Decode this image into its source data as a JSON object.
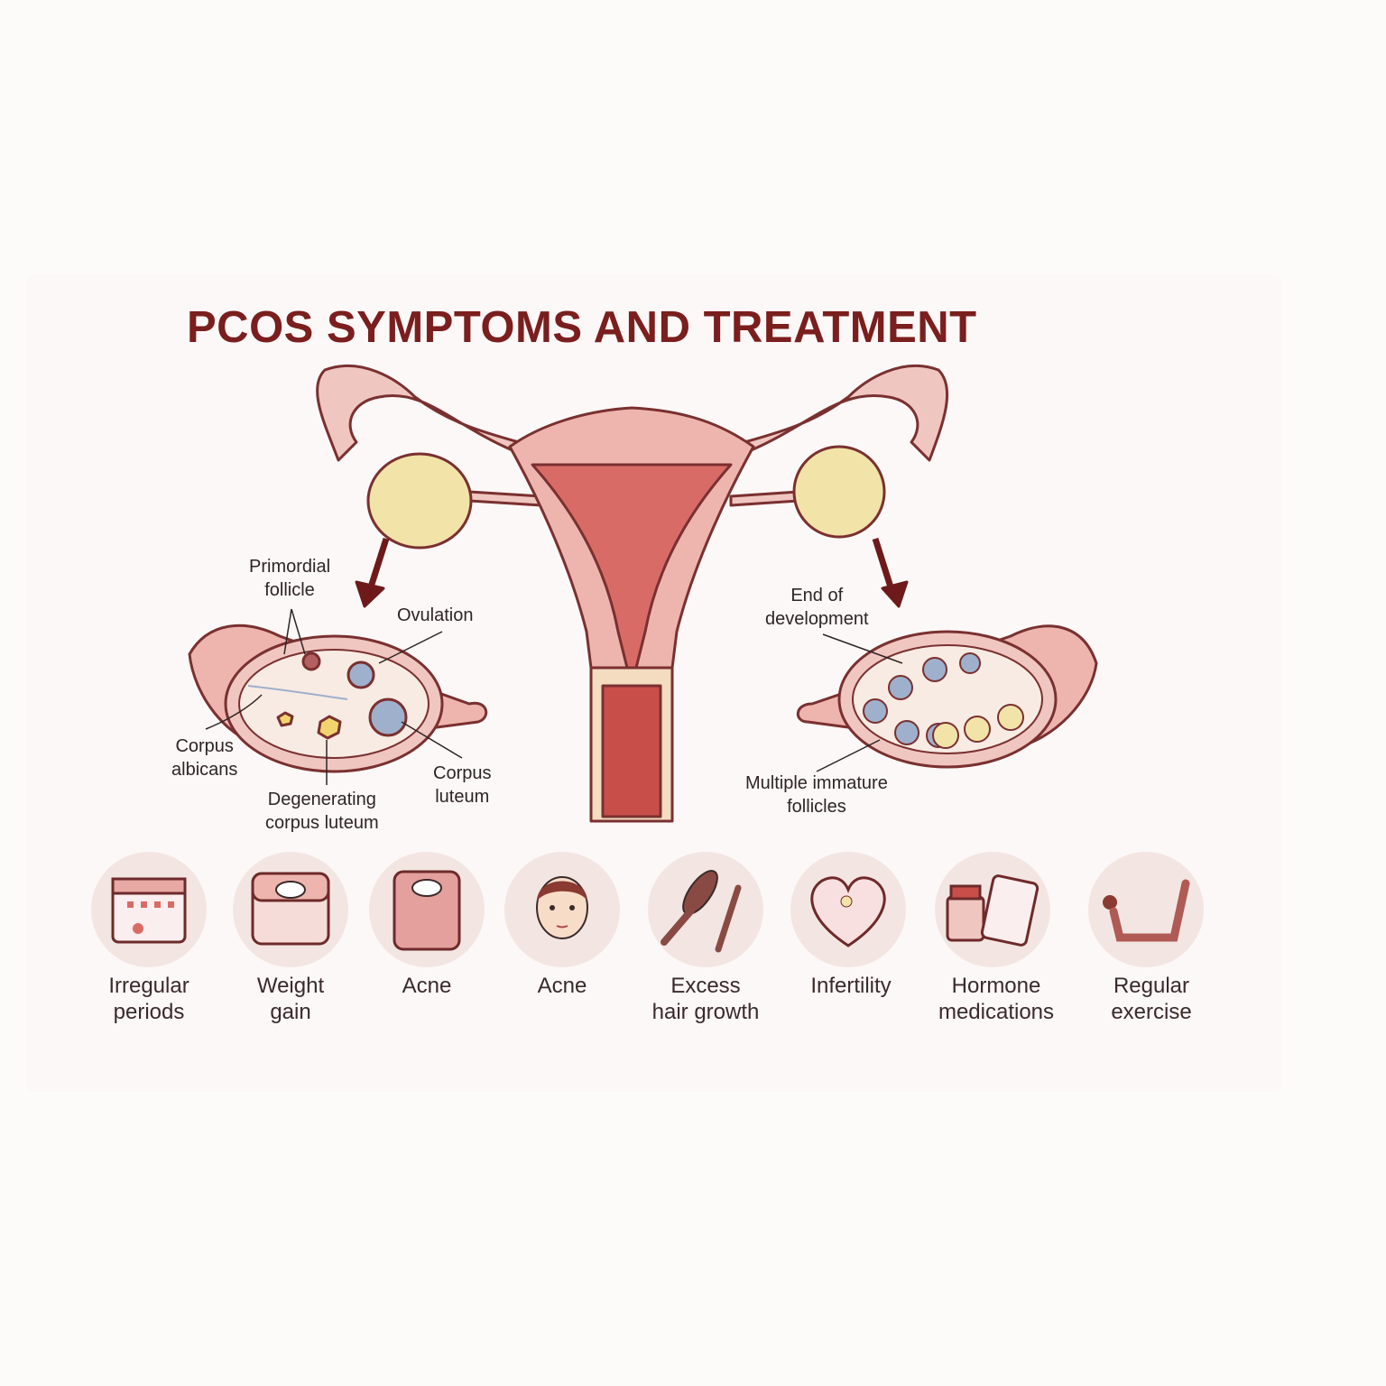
{
  "title": "PCOS SYMPTOMS AND TREATMENT",
  "normal_ovary_labels": {
    "primordial_follicle": [
      "Primordial",
      "follicle"
    ],
    "ovulation": "Ovulation",
    "corpus_albicans": [
      "Corpus",
      "albicans"
    ],
    "corpus_luteum": [
      "Corpus",
      "luteum"
    ],
    "degenerating_corpus_luteum": [
      "Degenerating",
      "corpus luteum"
    ]
  },
  "pcos_ovary_labels": {
    "end_of_development": [
      "End of",
      "development"
    ],
    "multiple_immature_follicles": [
      "Multiple immature",
      "follicles"
    ]
  },
  "icons": [
    {
      "icon": "calendar-icon",
      "label": [
        "Irregular",
        "periods"
      ]
    },
    {
      "icon": "scale-icon",
      "label": [
        "Weight",
        "gain"
      ]
    },
    {
      "icon": "scale-icon",
      "label": [
        "Acne",
        ""
      ]
    },
    {
      "icon": "face-icon",
      "label": [
        "Acne",
        ""
      ]
    },
    {
      "icon": "hairbrush-icon",
      "label": [
        "Excess",
        "hair growth"
      ]
    },
    {
      "icon": "heart-icon",
      "label": [
        "Infertility",
        ""
      ]
    },
    {
      "icon": "pills-icon",
      "label": [
        "Hormone",
        "medications"
      ]
    },
    {
      "icon": "exercise-icon",
      "label": [
        "Regular",
        "exercise"
      ]
    }
  ],
  "colors": {
    "title": "#7a1e1e",
    "tissue": "#e8a8a4",
    "outline": "#7a3030",
    "ovary": "#f2e3a8",
    "icon_bg": "#f3e6e2"
  }
}
